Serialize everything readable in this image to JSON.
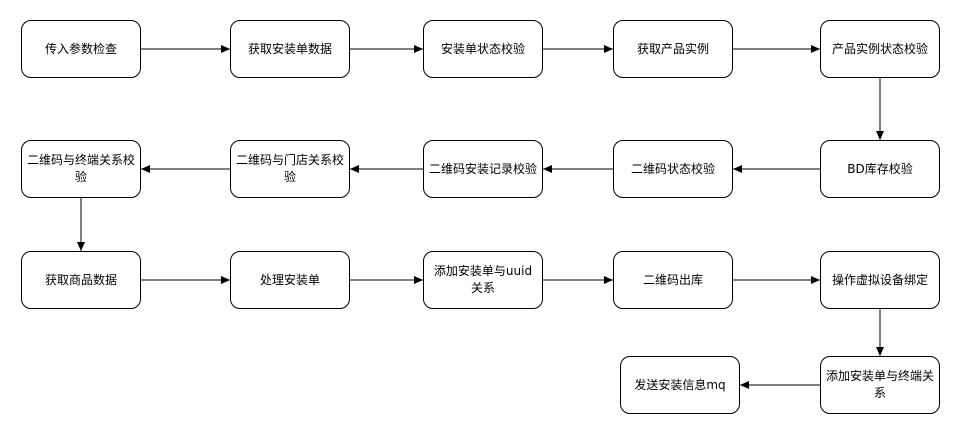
{
  "diagram": {
    "type": "flowchart",
    "flow": "serpentine",
    "colors": {
      "canvas_bg": "#ffffff",
      "node_bg": "#ffffff",
      "node_border": "#000000",
      "node_text": "#000000",
      "arrow": "#000000"
    },
    "nodes": [
      {
        "id": "input-param-check",
        "label": "传入参数检查",
        "col": 0,
        "row": 0
      },
      {
        "id": "get-install-order-data",
        "label": "获取安装单数据",
        "col": 1,
        "row": 0
      },
      {
        "id": "install-order-status-check",
        "label": "安装单状态校验",
        "col": 2,
        "row": 0
      },
      {
        "id": "get-product-instance",
        "label": "获取产品实例",
        "col": 3,
        "row": 0
      },
      {
        "id": "product-instance-status-check",
        "label": "产品实例状态校验",
        "col": 4,
        "row": 0
      },
      {
        "id": "bd-inventory-check",
        "label": "BD库存校验",
        "col": 4,
        "row": 1
      },
      {
        "id": "qrcode-status-check",
        "label": "二维码状态校验",
        "col": 3,
        "row": 1
      },
      {
        "id": "qrcode-install-record-check",
        "label": "二维码安装记录校验",
        "col": 2,
        "row": 1
      },
      {
        "id": "qrcode-store-relation-check",
        "label": "二维码与门店关系校验",
        "col": 1,
        "row": 1
      },
      {
        "id": "qrcode-terminal-relation-check",
        "label": "二维码与终端关系校验",
        "col": 0,
        "row": 1
      },
      {
        "id": "get-goods-data",
        "label": "获取商品数据",
        "col": 0,
        "row": 2
      },
      {
        "id": "process-install-order",
        "label": "处理安装单",
        "col": 1,
        "row": 2
      },
      {
        "id": "add-install-order-uuid-relation",
        "label": "添加安装单与uuid关系",
        "col": 2,
        "row": 2
      },
      {
        "id": "qrcode-outbound",
        "label": "二维码出库",
        "col": 3,
        "row": 2
      },
      {
        "id": "virtual-device-binding",
        "label": "操作虚拟设备绑定",
        "col": 4,
        "row": 2
      },
      {
        "id": "add-install-order-terminal-relation",
        "label": "添加安装单与终端关系",
        "col": 4,
        "row": 3
      },
      {
        "id": "send-install-info-mq",
        "label": "发送安装信息mq",
        "col": 3,
        "row": 3
      }
    ],
    "edges": [
      {
        "from": "input-param-check",
        "to": "get-install-order-data"
      },
      {
        "from": "get-install-order-data",
        "to": "install-order-status-check"
      },
      {
        "from": "install-order-status-check",
        "to": "get-product-instance"
      },
      {
        "from": "get-product-instance",
        "to": "product-instance-status-check"
      },
      {
        "from": "product-instance-status-check",
        "to": "bd-inventory-check"
      },
      {
        "from": "bd-inventory-check",
        "to": "qrcode-status-check"
      },
      {
        "from": "qrcode-status-check",
        "to": "qrcode-install-record-check"
      },
      {
        "from": "qrcode-install-record-check",
        "to": "qrcode-store-relation-check"
      },
      {
        "from": "qrcode-store-relation-check",
        "to": "qrcode-terminal-relation-check"
      },
      {
        "from": "qrcode-terminal-relation-check",
        "to": "get-goods-data"
      },
      {
        "from": "get-goods-data",
        "to": "process-install-order"
      },
      {
        "from": "process-install-order",
        "to": "add-install-order-uuid-relation"
      },
      {
        "from": "add-install-order-uuid-relation",
        "to": "qrcode-outbound"
      },
      {
        "from": "qrcode-outbound",
        "to": "virtual-device-binding"
      },
      {
        "from": "virtual-device-binding",
        "to": "add-install-order-terminal-relation"
      },
      {
        "from": "add-install-order-terminal-relation",
        "to": "send-install-info-mq"
      }
    ]
  }
}
